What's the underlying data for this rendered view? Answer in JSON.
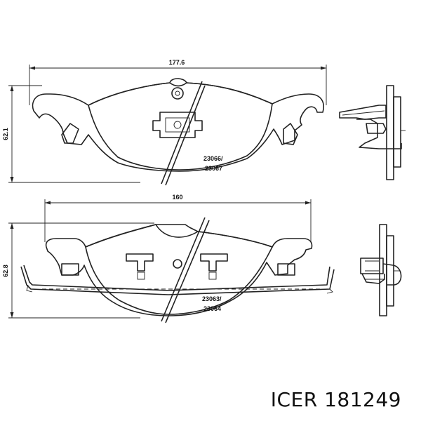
{
  "upper_pad": {
    "width_dimension": "177.6",
    "height_dimension": "62.1",
    "part_numbers": [
      "23066/",
      "23067"
    ]
  },
  "lower_pad": {
    "width_dimension": "160",
    "height_dimension": "62.8",
    "part_numbers": [
      "23063/",
      "23064"
    ]
  },
  "caption": "ICER 181249"
}
